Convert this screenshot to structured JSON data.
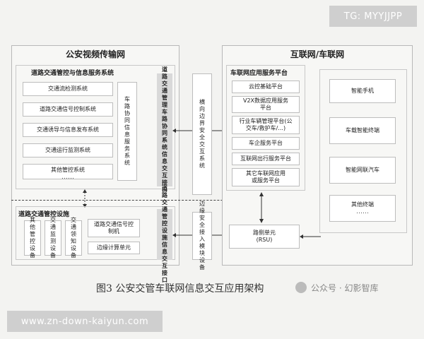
{
  "tags": {
    "top_right": "TG: MYYJJPP",
    "bottom_left": "www.zn-down-kaiyun.com"
  },
  "left_panel": {
    "title": "公安视频传输网",
    "top_section": {
      "title": "道路交通管控与信息服务系统",
      "systems": [
        "交通流检测系统",
        "道路交通信号控制系统",
        "交通诱导与信息发布系统",
        "交通运行监测系统",
        "其他管控系统"
      ],
      "side_box": "车路协同信息服务系统"
    },
    "bottom_section": {
      "title": "道路交通管控设施",
      "devices": [
        "其他管控设备",
        "交通监测设备",
        "交通领知设备"
      ],
      "signal_box": "道路交通信号控制机",
      "edge_unit": "边缘计算单元"
    }
  },
  "middle": {
    "col_top": "道路交通管理车路协同系统信息交互接口",
    "col_bottom": "道路交通管控设施信息交互接口",
    "gateway_top": "横向边界安全交互系统",
    "gateway_bottom": "边缘安全接入模块设备"
  },
  "right_panel": {
    "title": "互联网/车联网",
    "platform": {
      "title": "车联网应用服务平台",
      "items": [
        "云控基础平台",
        "V2X数据应用服务平台",
        "行业车辆管理平台(公交车/救护车/...)",
        "车企服务平台",
        "互联网出行服务平台",
        "其它车联网应用或服务平台"
      ]
    },
    "terminals": [
      "智能手机",
      "车载智能终端",
      "智能网联汽车",
      "其他终端"
    ],
    "rsu": {
      "line1": "路侧单元",
      "line2": "(RSU)"
    }
  },
  "caption": "图3 公安交管车联网信息交互应用架构",
  "watermark": "公众号 · 幻影智库"
}
